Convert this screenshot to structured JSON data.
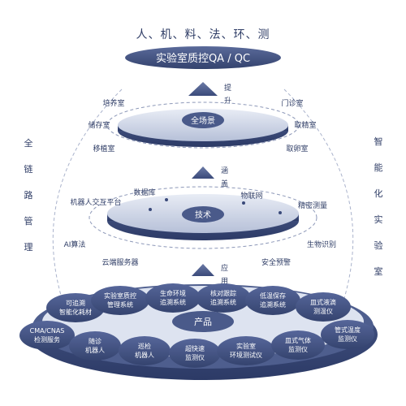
{
  "header": {
    "title": "人、机、料、法、环、测",
    "banner": "实验室质控QA / QC"
  },
  "sides": {
    "left": [
      "全",
      "链",
      "路",
      "管",
      "理"
    ],
    "right": [
      "智",
      "能",
      "化",
      "实",
      "验",
      "室"
    ]
  },
  "arrows": {
    "promote": [
      "提",
      "升"
    ],
    "cover": [
      "涵",
      "盖"
    ],
    "apply": [
      "应",
      "用"
    ]
  },
  "scene": {
    "label": "全场景",
    "rooms": [
      "培养室",
      "门诊室",
      "储存室",
      "取精室",
      "移植室",
      "取卵室"
    ]
  },
  "technology": {
    "label": "技术",
    "items": [
      "数据库",
      "机器人交互平台",
      "物联网",
      "精密测量",
      "AI算法",
      "生物识别",
      "云端服务器",
      "安全预警"
    ]
  },
  "products": {
    "label": "产品",
    "items": [
      [
        "可追溯",
        "智能化耗材"
      ],
      [
        "实验室质控",
        "管理系统"
      ],
      [
        "生命环境",
        "追溯系统"
      ],
      [
        "核对跟踪",
        "追溯系统"
      ],
      [
        "低温保存",
        "追溯系统"
      ],
      [
        "皿式液滴",
        "测温仪"
      ],
      [
        "CMA/CNAS",
        "检测服务"
      ],
      [
        "随诊",
        "机器人"
      ],
      [
        "巡检",
        "机器人"
      ],
      [
        "超快速",
        "监测仪"
      ],
      [
        "实验室",
        "环境测试仪"
      ],
      [
        "皿式气体",
        "监测仪"
      ],
      [
        "管式温度",
        "监测仪"
      ]
    ]
  },
  "colors": {
    "dark": "#3a4a7a",
    "mid": "#5b6b98",
    "light": "#dde3f0",
    "text": "#2f3d66"
  }
}
